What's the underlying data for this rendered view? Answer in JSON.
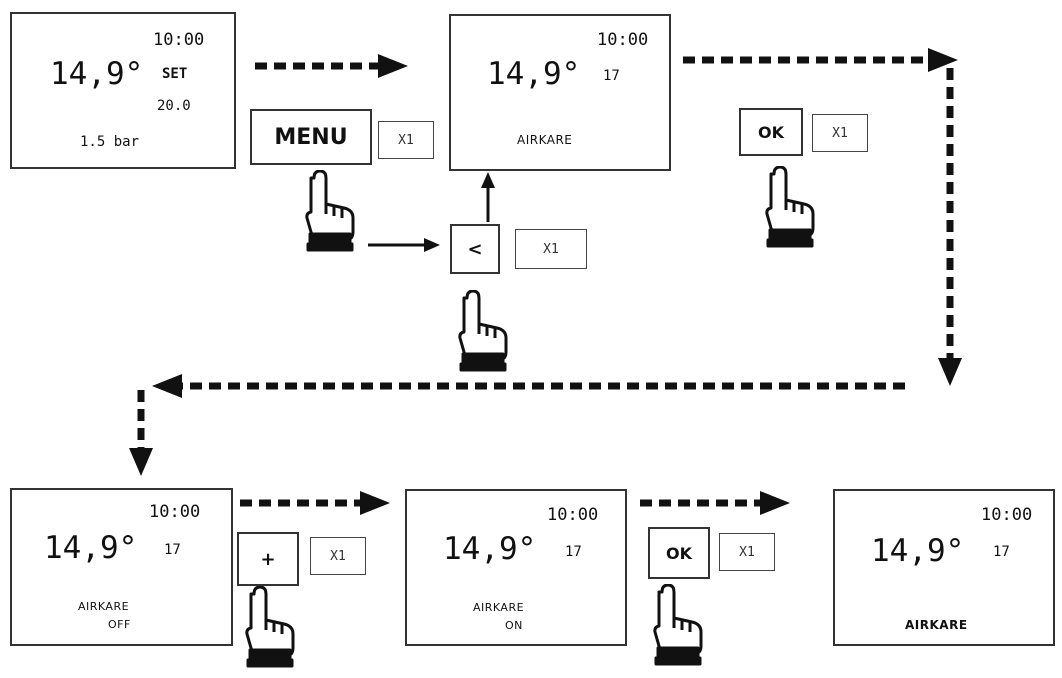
{
  "screens": {
    "start": {
      "time": "10:00",
      "temp": "14,9°",
      "set_label": "SET",
      "set_value": "20.0",
      "pressure": "1.5 bar"
    },
    "airkare": {
      "time": "10:00",
      "temp": "14,9°",
      "value": "17",
      "label": "AIRKARE"
    },
    "airkare_off": {
      "time": "10:00",
      "temp": "14,9°",
      "value": "17",
      "label": "AIRKARE",
      "state": "OFF"
    },
    "airkare_on": {
      "time": "10:00",
      "temp": "14,9°",
      "value": "17",
      "label": "AIRKARE",
      "state": "ON"
    },
    "airkare_final": {
      "time": "10:00",
      "temp": "14,9°",
      "value": "17",
      "label": "AIRKARE"
    }
  },
  "steps": [
    {
      "key": "MENU",
      "count": "X1"
    },
    {
      "key": "<",
      "count": "X1"
    },
    {
      "key": "OK",
      "count": "X1"
    },
    {
      "key": "+",
      "count": "X1"
    },
    {
      "key": "OK",
      "count": "X1"
    }
  ],
  "icons": {
    "hand": "pointing-hand-icon",
    "arrow": "arrow-icon"
  }
}
